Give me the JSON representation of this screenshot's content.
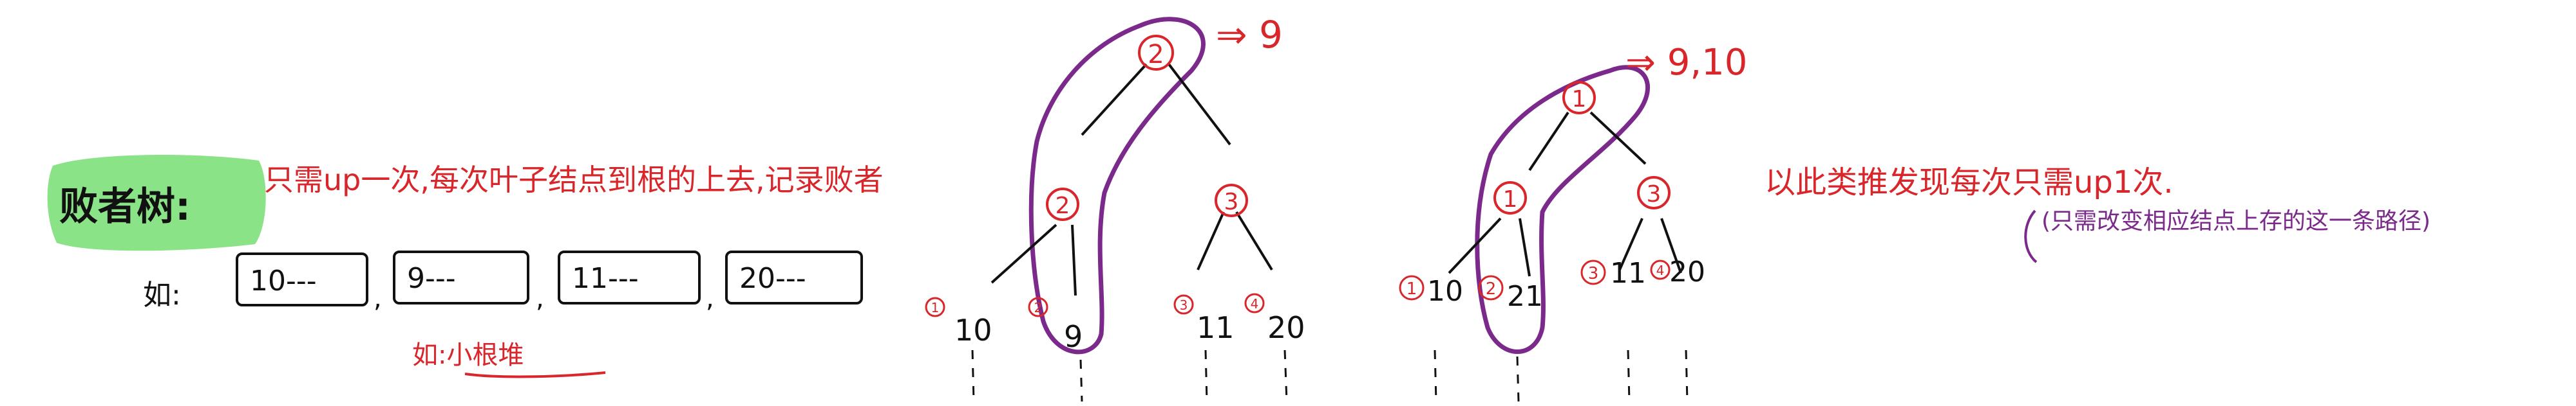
{
  "colors": {
    "ink": "#111111",
    "red": "#d8262b",
    "purple": "#7b2a8c",
    "highlight": "#7ee07a"
  },
  "title_label": "败者树:",
  "title_desc": "只需up一次,每次叶子结点到根的上去,记录败者",
  "example_prefix": "如:",
  "example_runs": [
    "10---",
    "9---",
    "11---",
    "20---"
  ],
  "example_note": "如:小根堆",
  "tree1": {
    "root": "2",
    "root_result": "⇒ 9",
    "mid_left": "2",
    "mid_right": "3",
    "leaf_ids": [
      "1",
      "2",
      "3",
      "4"
    ],
    "leaves": [
      "10",
      "9",
      "11",
      "20"
    ]
  },
  "tree2": {
    "root": "1",
    "root_result": "⇒ 9,10",
    "mid_left": "1",
    "mid_right": "3",
    "leaf_ids": [
      "1",
      "2",
      "3",
      "4"
    ],
    "leaves": [
      "10",
      "21",
      "11",
      "20"
    ]
  },
  "right_note": "以此类推发现每次只需up1次.",
  "right_sub": "(只需改变相应结点上存的这一条路径)"
}
